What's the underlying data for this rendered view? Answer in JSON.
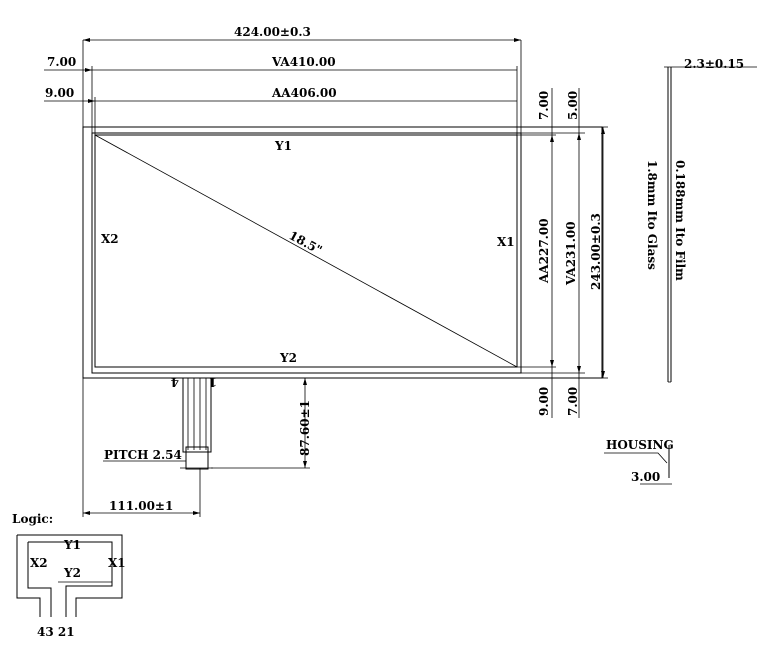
{
  "dimensions": {
    "overall_width": "424.00±0.3",
    "va_width": "VA410.00",
    "aa_width": "AA406.00",
    "left_va_offset": "7.00",
    "left_aa_offset": "9.00",
    "top_aa_offset": "7.00",
    "top_va_offset": "5.00",
    "aa_height": "AA227.00",
    "va_height": "VA231.00",
    "overall_height": "243.00±0.3",
    "bottom_aa_offset": "9.00",
    "bottom_va_offset": "7.00",
    "tail_length": "87.60±1",
    "tail_position": "111.00±1",
    "pitch": "PITCH 2.54",
    "thickness": "2.3±0.15",
    "housing_value": "3.00"
  },
  "panel": {
    "y1": "Y1",
    "y2": "Y2",
    "x1": "X1",
    "x2": "X2",
    "diagonal": "18.5\"",
    "pin_first": "1",
    "pin_last": "4"
  },
  "side_view": {
    "film": "0.188mm Ito Film",
    "glass": "1.8mm Ito Glass",
    "housing": "HOUSING"
  },
  "logic": {
    "title": "Logic:",
    "y1": "Y1",
    "y2": "Y2",
    "x1": "X1",
    "x2": "X2",
    "pins": "43 21"
  }
}
